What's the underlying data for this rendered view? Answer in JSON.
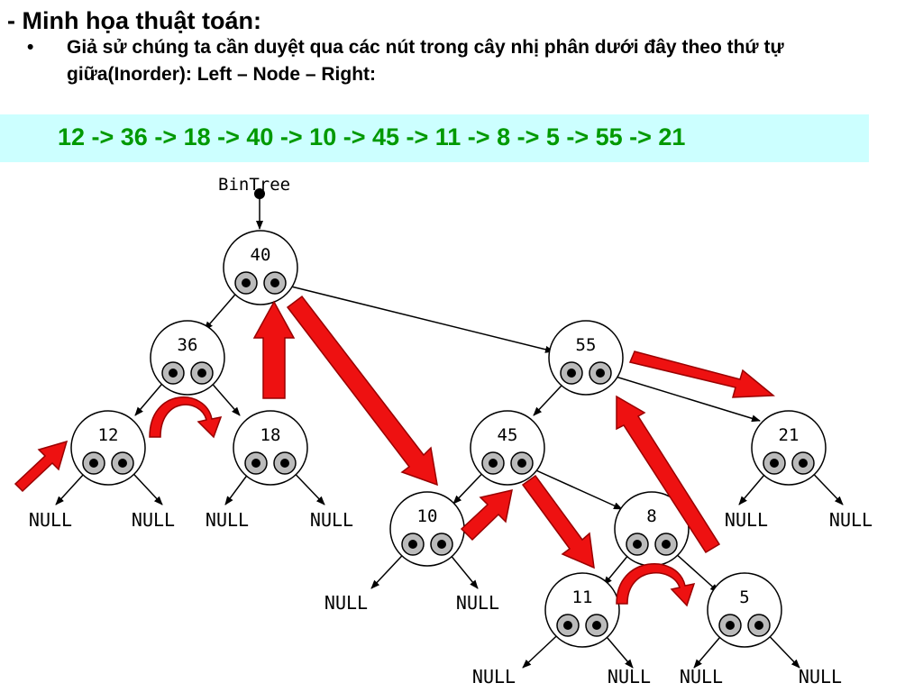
{
  "slide": {
    "title": "- Minh họa thuật toán:",
    "bullet_symbol": "•",
    "bullet_text": "Giả sử chúng ta cần duyệt qua các nút trong cây nhị phân dưới đây theo thứ tự giữa(Inorder): Left – Node – Right:",
    "sequence": "12 -> 36 -> 18 -> 40 -> 10 -> 45 -> 11 -> 8 -> 5 -> 55 -> 21"
  },
  "tree": {
    "root_label": "BinTree",
    "null_label": "NULL",
    "nodes": [
      "40",
      "36",
      "55",
      "12",
      "18",
      "45",
      "21",
      "10",
      "8",
      "11",
      "5"
    ]
  },
  "colors": {
    "arrow_fill": "#ee1111",
    "arrow_stroke": "#990000",
    "sequence_bg": "#ccffff",
    "sequence_text": "#009900"
  }
}
